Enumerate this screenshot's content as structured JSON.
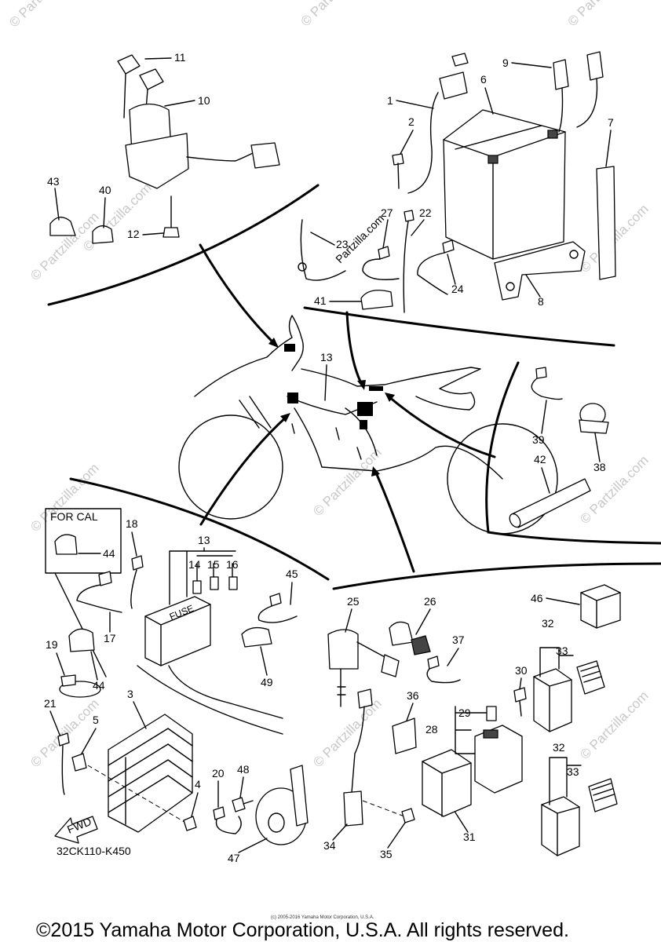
{
  "labels": {
    "p1": "1",
    "p2": "2",
    "p3": "3",
    "p4": "4",
    "p5": "5",
    "p6": "6",
    "p7": "7",
    "p8": "8",
    "p9": "9",
    "p10": "10",
    "p11": "11",
    "p12": "12",
    "p13a": "13",
    "p13b": "13",
    "p14": "14",
    "p15": "15",
    "p16": "16",
    "p17": "17",
    "p18": "18",
    "p19": "19",
    "p20": "20",
    "p21": "21",
    "p22": "22",
    "p23": "23",
    "p24": "24",
    "p25": "25",
    "p26": "26",
    "p27": "27",
    "p28": "28",
    "p29": "29",
    "p30": "30",
    "p31": "31",
    "p32a": "32",
    "p32b": "32",
    "p33a": "33",
    "p33b": "33",
    "p34": "34",
    "p35": "35",
    "p36": "36",
    "p37": "37",
    "p38": "38",
    "p39": "39",
    "p40": "40",
    "p41": "41",
    "p42": "42",
    "p43": "43",
    "p44a": "44",
    "p44b": "44",
    "p45": "45",
    "p46": "46",
    "p47": "47",
    "p48": "48",
    "p49": "49"
  },
  "callout_for_cal": "FOR CAL",
  "fuse_box_label": "FUSE",
  "fwd_arrow_label": "FWD",
  "diagram_code": "32CK110-K450",
  "watermark": "© Partzilla.com",
  "center_watermark": "Partzilla.com",
  "tiny_copyright": "(c) 2005-2016 Yamaha Motor Corporation, U.S.A.",
  "footer_copyright": "©2015 Yamaha Motor Corporation, U.S.A. All rights reserved."
}
